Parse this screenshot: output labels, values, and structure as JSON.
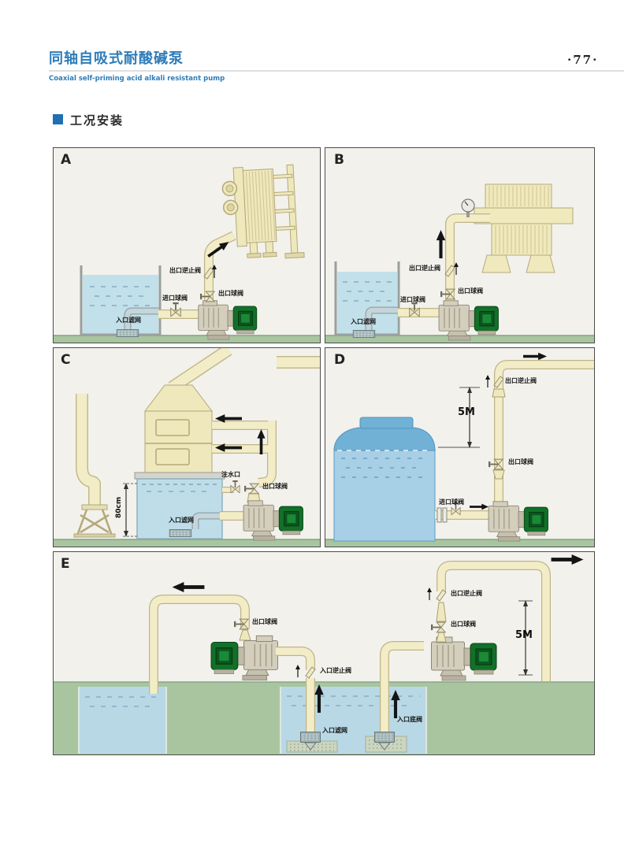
{
  "header": {
    "title_cn": "同轴自吸式耐酸碱泵",
    "title_en": "Coaxial self-priming acid alkali resistant pump",
    "page_number": "·77·"
  },
  "section_title": "工况安装",
  "panels": [
    {
      "letter": "A"
    },
    {
      "letter": "B"
    },
    {
      "letter": "C"
    },
    {
      "letter": "D"
    },
    {
      "letter": "E"
    }
  ],
  "labels": {
    "outlet_check": "出口逆止阀",
    "outlet_ball": "出口球阀",
    "inlet_ball": "进口球阀",
    "inlet_strainer": "入口滤网",
    "inlet_check": "入口逆止阀",
    "inlet_foot": "入口底阀",
    "fill_port": "注水口",
    "dim_5m": "5M",
    "dim_80cm": "80cm"
  },
  "colors": {
    "accent_blue": "#2e7cb8",
    "section_square": "#1f6fb5",
    "panel_bg": "#f2f1ec",
    "pipe_cream": "#f2edc7",
    "ground_green": "#a8c5a0",
    "water_blue": "#bfdde9",
    "tank_blue": "#a7cfe5",
    "motor_green": "#127029",
    "arrow_black": "#141414"
  }
}
